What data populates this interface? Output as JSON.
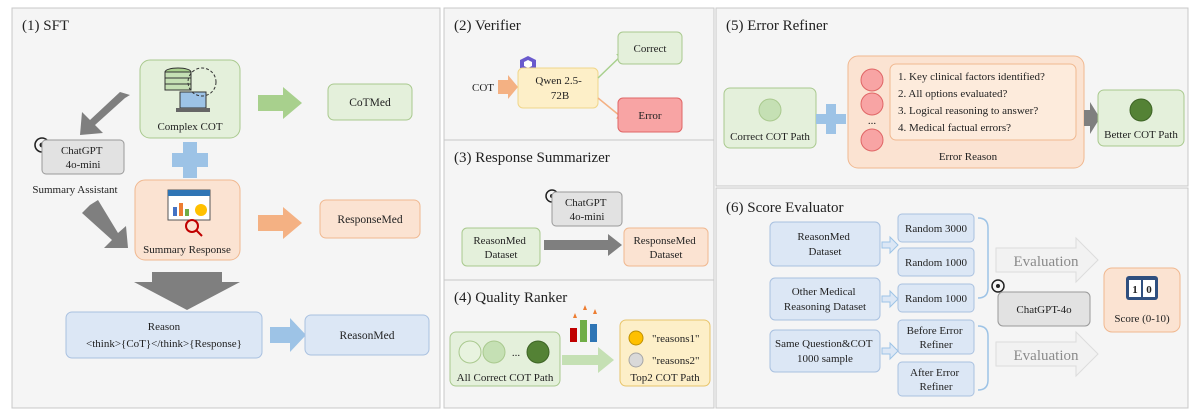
{
  "colors": {
    "panel_bg": "#f5f5f5",
    "panel_border": "#c8c8c8",
    "green_fill": "#e4f0db",
    "green_stroke": "#a9c98e",
    "orange_fill": "#fbe3d2",
    "orange_stroke": "#f0b890",
    "blue_fill": "#dce7f5",
    "blue_stroke": "#a9c1e0",
    "red_fill": "#f8a4a4",
    "red_stroke": "#e06666",
    "yellow_fill": "#fdefc8",
    "gray_fill": "#e2e2e2",
    "arrow_green": "#a8d08d",
    "arrow_orange": "#f4b183",
    "arrow_blue": "#9dc3e6",
    "arrow_gray": "#7f7f7f",
    "plus": "#9dc3e6"
  },
  "sft": {
    "title": "(1) SFT",
    "assistant_name": "ChatGPT\n4o-mini",
    "assistant_role": "Summary Assistant",
    "complex_cot": "Complex COT",
    "summary_response": "Summary Response",
    "cotmed": "CoTMed",
    "responsemed": "ResponseMed",
    "reason_line1": "Reason",
    "reason_line2": "<think>{CoT}</think>{Response}",
    "reasonmed": "ReasonMed"
  },
  "verifier": {
    "title": "(2) Verifier",
    "cot": "COT",
    "model": "Qwen 2.5-\n72B",
    "correct": "Correct",
    "error": "Error"
  },
  "summarizer": {
    "title": "(3) Response Summarizer",
    "model": "ChatGPT\n4o-mini",
    "input": "ReasonMed\nDataset",
    "output": "ResponseMed\nDataset"
  },
  "ranker": {
    "title": "(4) Quality Ranker",
    "input_label": "All Correct COT Path",
    "ellipsis": "...",
    "reason1": "\"reasons1\"",
    "reason2": "\"reasons2\"",
    "output_label": "Top2 COT Path"
  },
  "refiner": {
    "title": "(5) Error Refiner",
    "input_label": "Correct COT Path",
    "items": [
      "1. Key clinical factors identified?",
      "2. All options evaluated?",
      "3. Logical reasoning to answer?",
      "4. Medical factual errors?"
    ],
    "ellipsis": "...",
    "box_label": "Error Reason",
    "output_label": "Better COT Path"
  },
  "evaluator": {
    "title": "(6) Score Evaluator",
    "dataset1": "ReasonMed\nDataset",
    "random3000": "Random 3000",
    "random1000a": "Random 1000",
    "dataset2": "Other Medical\nReasoning Dataset",
    "random1000b": "Random 1000",
    "dataset3": "Same Question&COT\n1000 sample",
    "before": "Before Error\nRefiner",
    "after": "After Error\nRefiner",
    "evaluation1": "Evaluation",
    "evaluation2": "Evaluation",
    "model": "ChatGPT-4o",
    "score_label": "Score (0-10)",
    "score_digits": [
      "1",
      "0"
    ]
  }
}
